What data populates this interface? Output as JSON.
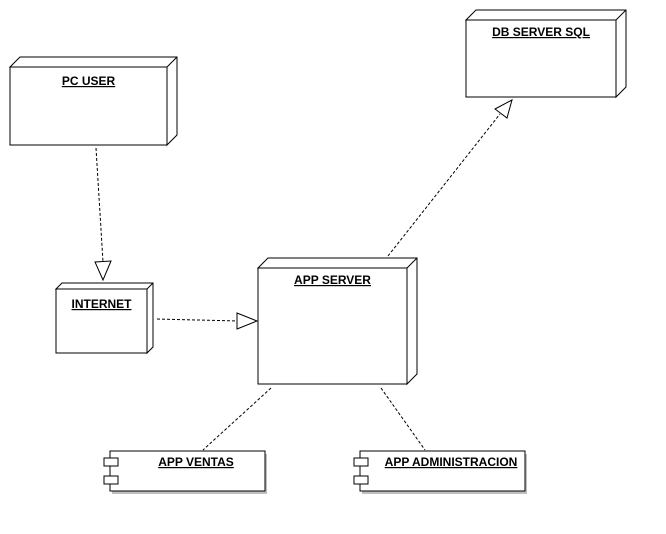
{
  "nodes": {
    "pc_user": "PC USER",
    "db_server": "DB SERVER SQL",
    "internet": "INTERNET",
    "app_server": "APP SERVER"
  },
  "components": {
    "app_ventas": "APP VENTAS",
    "app_administracion": "APP ADMINISTRACION"
  }
}
